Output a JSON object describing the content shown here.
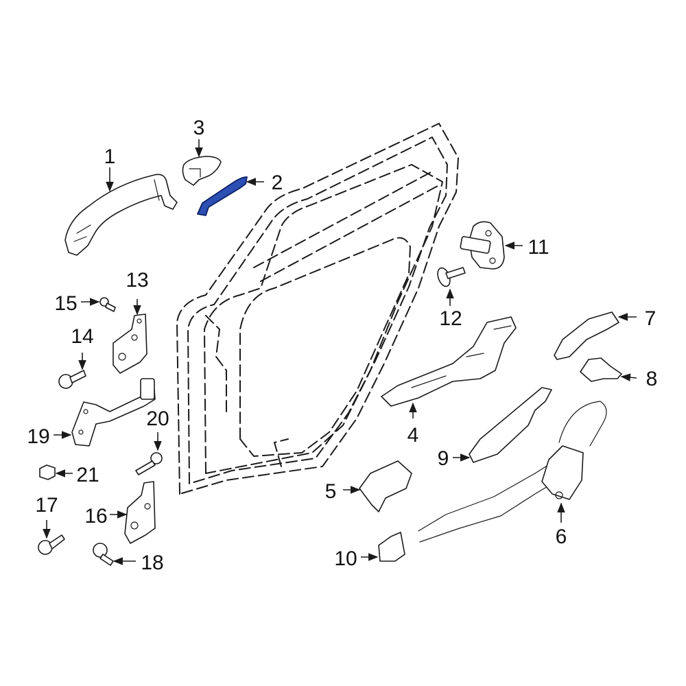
{
  "diagram": {
    "highlight_color": "#2c4fb3",
    "highlighted_part": "2",
    "callouts": [
      "1",
      "2",
      "3",
      "4",
      "5",
      "6",
      "7",
      "8",
      "9",
      "10",
      "11",
      "12",
      "13",
      "14",
      "15",
      "16",
      "17",
      "18",
      "19",
      "20",
      "21"
    ]
  }
}
